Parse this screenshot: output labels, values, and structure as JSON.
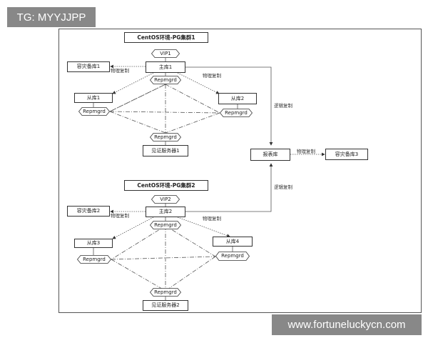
{
  "watermark": {
    "top_left": "TG: MYYJJPP",
    "bottom_right": "www.fortuneluckycn.com"
  },
  "cluster1": {
    "title": "CentOS环境-PG集群1",
    "vip": "VIP1",
    "master": "主库1",
    "dr": "容灾备库1",
    "replica_left": "从库1",
    "replica_right": "从库2",
    "repmgrd_top": "Repmgrd",
    "repmgrd_left": "Repmgrd",
    "repmgrd_right": "Repmgrd",
    "repmgrd_witness": "Repmgrd",
    "witness": "见证服务器1",
    "phys_label_left": "物理复制",
    "phys_label_right": "物理复制",
    "logical_label": "逻辑复制"
  },
  "cluster2": {
    "title": "CentOS环境-PG集群2",
    "vip": "VIP2",
    "master": "主库2",
    "dr": "容灾备库2",
    "replica_left": "从库3",
    "replica_right": "从库4",
    "repmgrd_top": "Repmgrd",
    "repmgrd_left": "Repmgrd",
    "repmgrd_right": "Repmgrd",
    "repmgrd_witness": "Repmgrd",
    "witness": "见证服务器2",
    "phys_label_left": "物理复制",
    "phys_label_right": "物理复制",
    "logical_label": "逻辑复制"
  },
  "report": {
    "name": "报表库",
    "phys_label": "物理复制",
    "dr": "容灾备库3"
  }
}
